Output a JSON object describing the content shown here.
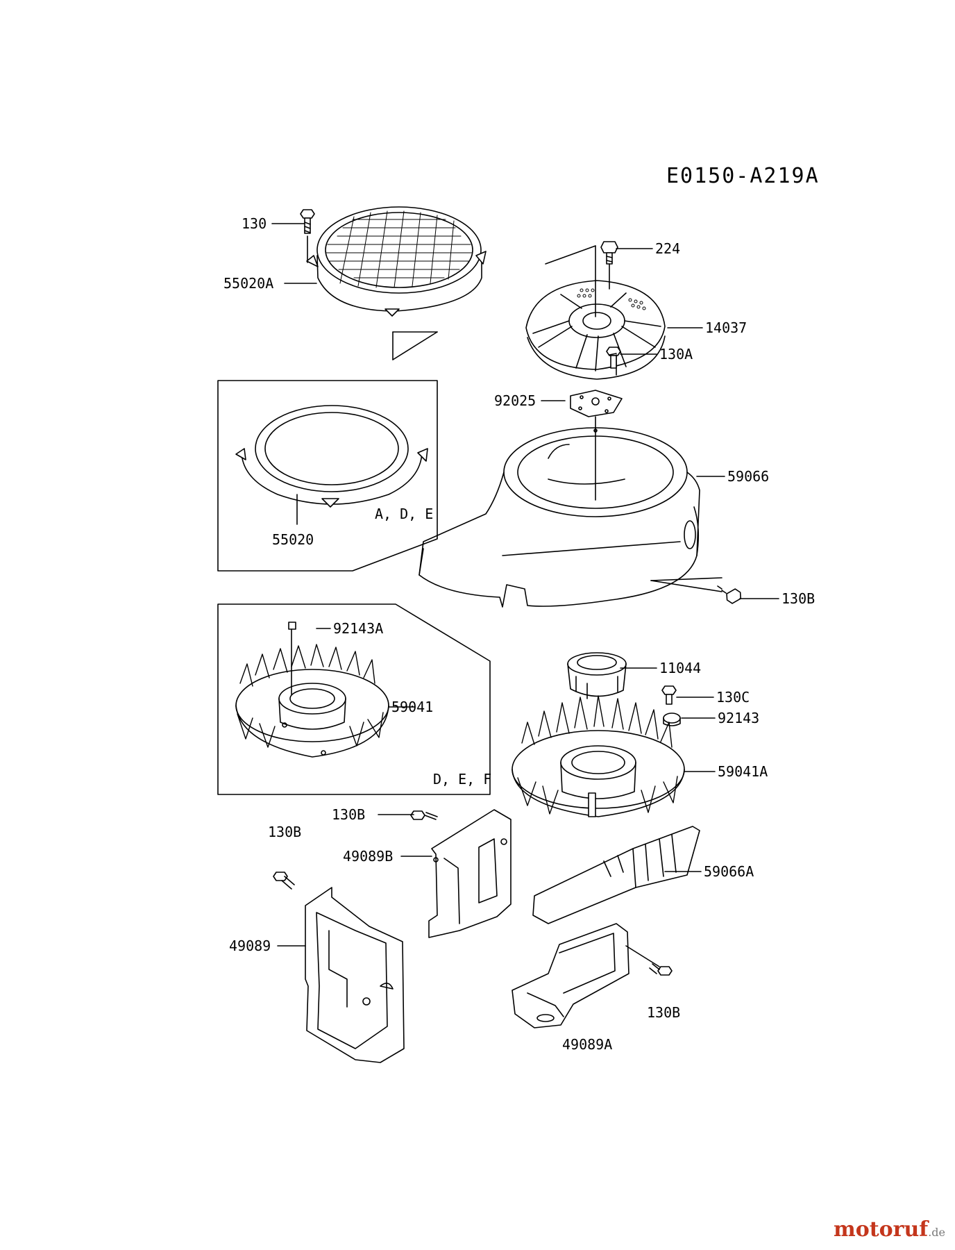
{
  "diagram_id": "E0150-A219A",
  "labels": [
    {
      "key": "l130",
      "text": "130"
    },
    {
      "key": "l55020A",
      "text": "55020A"
    },
    {
      "key": "l224",
      "text": "224"
    },
    {
      "key": "l14037",
      "text": "14037"
    },
    {
      "key": "l92025",
      "text": "92025"
    },
    {
      "key": "l59066",
      "text": "59066"
    },
    {
      "key": "l55020",
      "text": "55020"
    },
    {
      "key": "lADE",
      "text": "A, D, E"
    },
    {
      "key": "l130B_a",
      "text": "130B"
    },
    {
      "key": "l130A",
      "text": "130A"
    },
    {
      "key": "l92143A",
      "text": "92143A"
    },
    {
      "key": "l11044",
      "text": "11044"
    },
    {
      "key": "l59041",
      "text": "59041"
    },
    {
      "key": "l130C",
      "text": "130C"
    },
    {
      "key": "l92143",
      "text": "92143"
    },
    {
      "key": "lDEF",
      "text": "D, E, F"
    },
    {
      "key": "l59041A",
      "text": "59041A"
    },
    {
      "key": "l130B_b",
      "text": "130B"
    },
    {
      "key": "l130B_c",
      "text": "130B"
    },
    {
      "key": "l49089B",
      "text": "49089B"
    },
    {
      "key": "l59066A",
      "text": "59066A"
    },
    {
      "key": "l49089",
      "text": "49089"
    },
    {
      "key": "l130B_d",
      "text": "130B"
    },
    {
      "key": "l49089A",
      "text": "49089A"
    }
  ],
  "watermark": {
    "main": "motoruf",
    "tld": ".de"
  }
}
